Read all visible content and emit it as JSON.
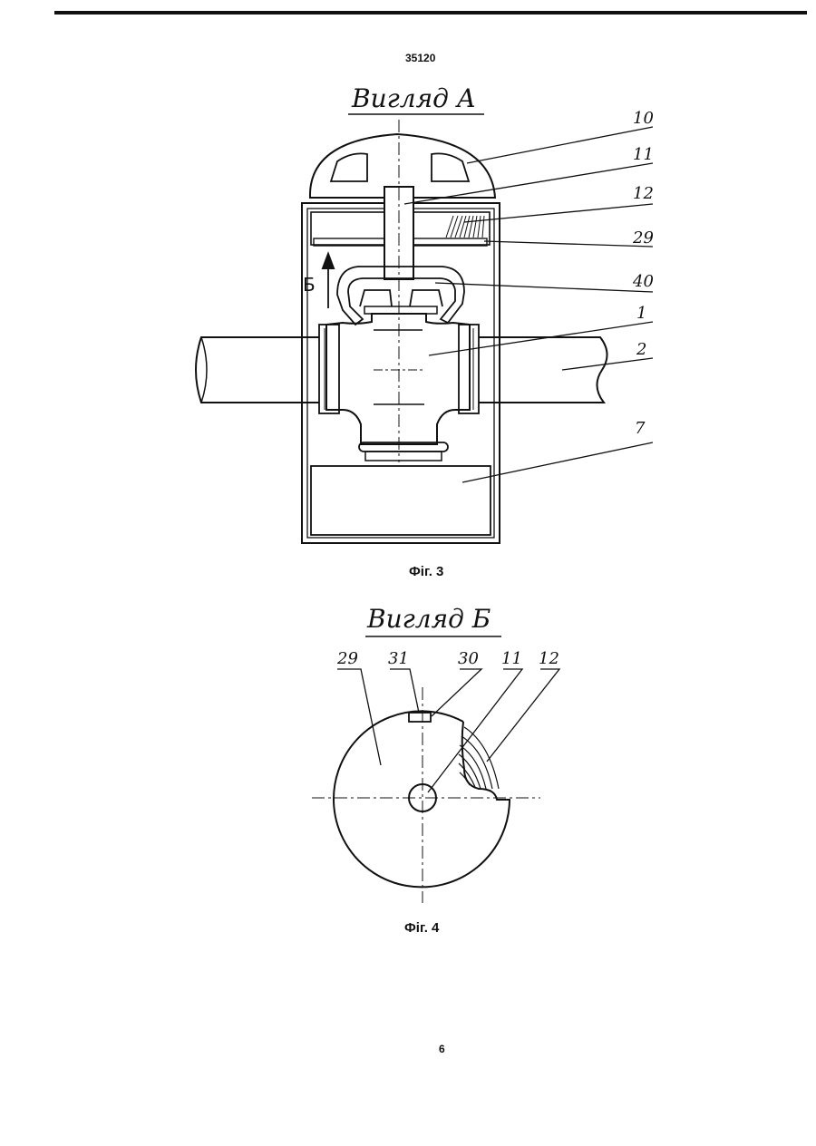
{
  "document": {
    "number": "35120",
    "page_number": "6"
  },
  "figure3": {
    "view_title": "Вигляд А",
    "caption": "Фіг. 3",
    "arrow_label": "Б",
    "part_labels": [
      "10",
      "11",
      "12",
      "29",
      "40",
      "1",
      "2",
      "7"
    ]
  },
  "figure4": {
    "view_title": "Вигляд Б",
    "caption": "Фіг. 4",
    "part_labels": [
      "29",
      "31",
      "30",
      "11",
      "12"
    ]
  }
}
